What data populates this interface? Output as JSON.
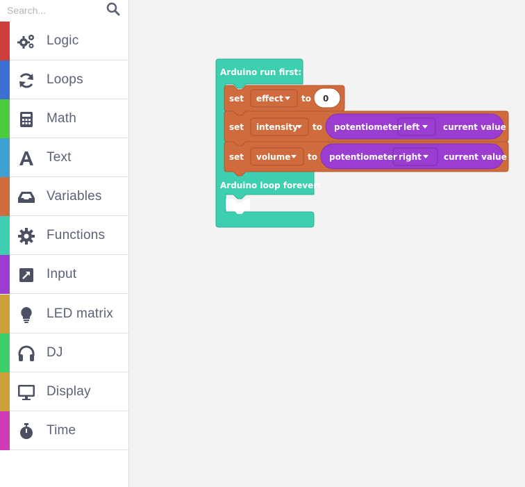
{
  "search": {
    "placeholder": "Search..."
  },
  "categories": [
    {
      "label": "Logic",
      "color": "#cf3d3d",
      "icon": "gears-icon"
    },
    {
      "label": "Loops",
      "color": "#3c6fd1",
      "icon": "refresh-icon"
    },
    {
      "label": "Math",
      "color": "#4ccc3c",
      "icon": "calculator-icon"
    },
    {
      "label": "Text",
      "color": "#3e9fd1",
      "icon": "font-icon"
    },
    {
      "label": "Variables",
      "color": "#cf6b3c",
      "icon": "inbox-icon"
    },
    {
      "label": "Functions",
      "color": "#3dcfb0",
      "icon": "gear-icon"
    },
    {
      "label": "Input",
      "color": "#9b3dd1",
      "icon": "arrow-box-icon"
    },
    {
      "label": "LED matrix",
      "color": "#cc9f3b",
      "icon": "lightbulb-icon"
    },
    {
      "label": "DJ",
      "color": "#3dcf6b",
      "icon": "headphones-icon"
    },
    {
      "label": "Display",
      "color": "#cc9f3b",
      "icon": "monitor-icon"
    },
    {
      "label": "Time",
      "color": "#cf3db5",
      "icon": "stopwatch-icon"
    }
  ],
  "blocks": {
    "run_first_label": "Arduino run first:",
    "loop_forever_label": "Arduino loop forever:",
    "set_effect": {
      "set": "set",
      "variable": "effect",
      "to": "to",
      "value": "0"
    },
    "set_intensity": {
      "set": "set",
      "variable": "intensity",
      "to": "to",
      "sensor": "potentiometer",
      "side": "left",
      "suffix": "current value"
    },
    "set_volume": {
      "set": "set",
      "variable": "volume",
      "to": "to",
      "sensor": "potentiometer",
      "side": "right",
      "suffix": "current value"
    }
  },
  "colors": {
    "event_block": "#3dcfb0",
    "variable_block": "#cf6b3c",
    "input_block": "#9b3dd1"
  }
}
